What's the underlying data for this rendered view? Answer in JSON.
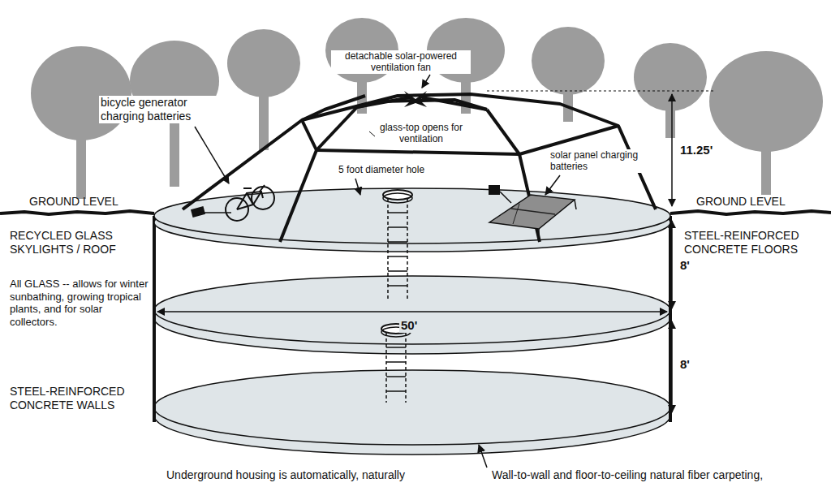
{
  "diagram": {
    "labels": [
      "detachable solar-powered ventilation fan",
      "bicycle generator charging batteries",
      "glass-top opens for ventilation",
      "solar panel charging batteries",
      "11.25'",
      "5 foot diameter hole",
      "GROUND LEVEL",
      "GROUND LEVEL",
      "RECYCLED GLASS SKYLIGHTS / ROOF",
      "STEEL-REINFORCED CONCRETE FLOORS",
      "8'",
      "All GLASS -- allows for winter sunbathing, growing tropical plants, and for solar collectors.",
      "50'",
      "8'",
      "STEEL-REINFORCED CONCRETE WALLS",
      "Underground housing is automatically, naturally",
      "Wall-to-wall and floor-to-ceiling natural fiber carpeting,"
    ]
  }
}
